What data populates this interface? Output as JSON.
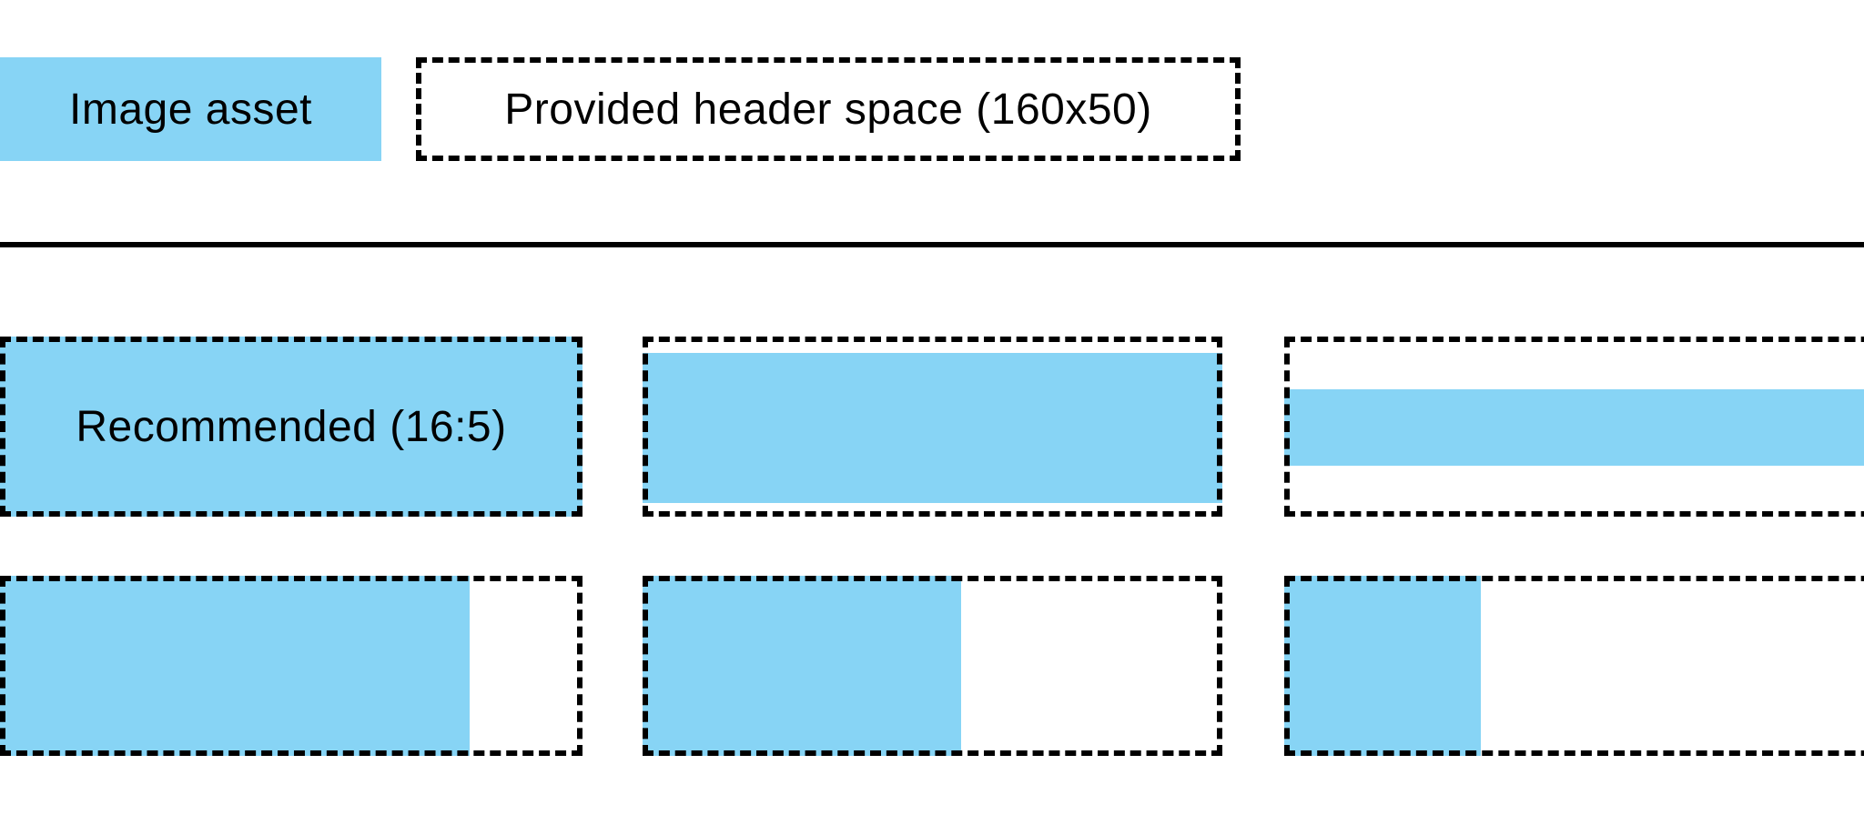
{
  "colors": {
    "asset_blue": "#87D4F5",
    "line_black": "#000000",
    "background": "#FFFFFF"
  },
  "legend": {
    "image_asset_label": "Image asset",
    "header_space_label": "Provided header space (160x50)"
  },
  "grid": {
    "cells": [
      {
        "name": "recommended-16-5",
        "label": "Recommended (16:5)",
        "asset": {
          "left_pct": 0,
          "top_pct": 0,
          "width_pct": 100,
          "height_pct": 100
        }
      },
      {
        "name": "wide-asset-vertical-gaps",
        "label": "",
        "asset": {
          "left_pct": 0,
          "top_pct": 9.1,
          "width_pct": 100,
          "height_pct": 83.3
        }
      },
      {
        "name": "extra-wide-asset-thin-strip",
        "label": "",
        "asset": {
          "left_pct": 0,
          "top_pct": 29.3,
          "width_pct": 100,
          "height_pct": 42.4
        }
      },
      {
        "name": "slightly-tall-asset-right-gap",
        "label": "",
        "asset": {
          "left_pct": 0,
          "top_pct": 0,
          "width_pct": 80.6,
          "height_pct": 100
        }
      },
      {
        "name": "tall-asset-right-gap",
        "label": "",
        "asset": {
          "left_pct": 0,
          "top_pct": 0,
          "width_pct": 55.0,
          "height_pct": 100
        }
      },
      {
        "name": "square-asset-right-gap",
        "label": "",
        "asset": {
          "left_pct": 0,
          "top_pct": 0,
          "width_pct": 30.9,
          "height_pct": 100
        }
      }
    ]
  }
}
